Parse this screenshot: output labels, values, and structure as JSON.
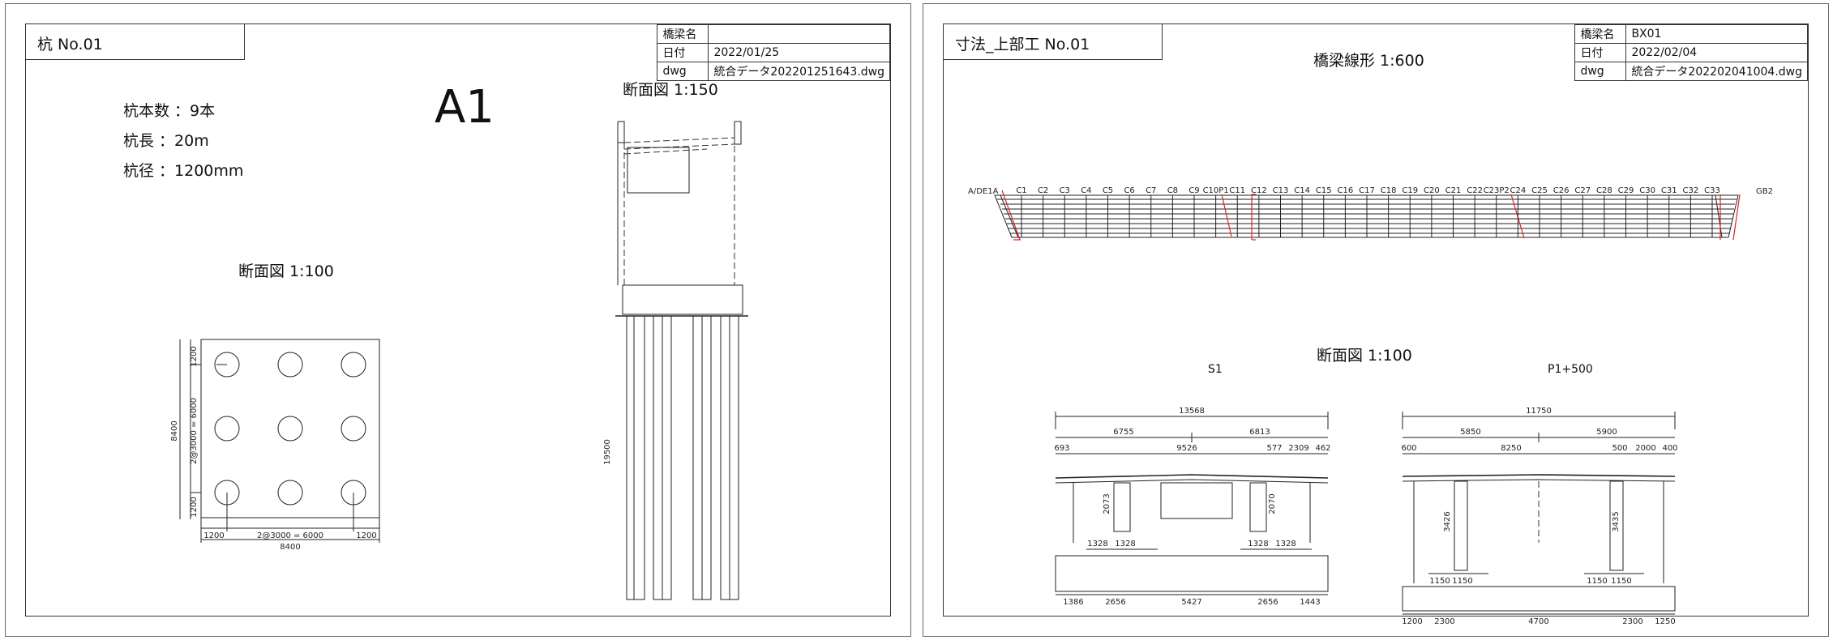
{
  "left": {
    "title": "杭 No.01",
    "titleblock": {
      "bridge_key": "橋梁名",
      "bridge_val": "",
      "date_key": "日付",
      "date_val": "2022/01/25",
      "dwg_key": "dwg",
      "dwg_val": "統合データ202201251643.dwg"
    },
    "pile_count": "杭本数 ：9本",
    "pile_length": "杭長 ：20m",
    "pile_dia": "杭径 ：1200mm",
    "abutment": "A1",
    "section_150": "断面図 1:150",
    "section_100": "断面図 1:100",
    "plan_dims": {
      "top_1200": "1200",
      "bot_1200": "1200",
      "left_total": "8400",
      "left_mid": "2@3000 = 6000",
      "b_1200a": "1200",
      "b_mid": "2@3000 = 6000",
      "b_1200b": "1200",
      "b_total": "8400"
    },
    "pile_depth": "19500"
  },
  "right": {
    "title": "寸法_上部工 No.01",
    "titleblock": {
      "bridge_key": "橋梁名",
      "bridge_val": "BX01",
      "date_key": "日付",
      "date_val": "2022/02/04",
      "dwg_key": "dwg",
      "dwg_val": "統合データ202202041004.dwg"
    },
    "alignment": "橋梁線形 1:600",
    "start_label": "A/DE1A",
    "end_label": "GB2",
    "girder_labels": [
      "C1",
      "C2",
      "C3",
      "C4",
      "C5",
      "C6",
      "C7",
      "C8",
      "C9",
      "C10P1",
      "C11",
      "C12",
      "C13",
      "C14",
      "C15",
      "C16",
      "C17",
      "C18",
      "C19",
      "C20",
      "C21",
      "C22",
      "C23P2",
      "C24",
      "C25",
      "C26",
      "C27",
      "C28",
      "C29",
      "C30",
      "C31",
      "C32",
      "C33"
    ],
    "section_100": "断面図 1:100",
    "s1": {
      "name": "S1",
      "total": "13568",
      "w1": "6755",
      "w2": "6813",
      "d693": "693",
      "d9526": "9526",
      "d577": "577",
      "d2309": "2309",
      "d462": "462",
      "h1": "2073",
      "h2": "2070",
      "b1": "1328",
      "b2": "1328",
      "b3": "1328",
      "b4": "1328",
      "f1": "1386",
      "f2": "2656",
      "f3": "5427",
      "f4": "2656",
      "f5": "1443"
    },
    "p1": {
      "name": "P1+500",
      "total": "11750",
      "w1": "5850",
      "w2": "5900",
      "d600": "600",
      "d8250": "8250",
      "d500": "500",
      "d2000": "2000",
      "d400": "400",
      "h1": "3426",
      "h2": "3435",
      "b1": "1150",
      "b2": "1150",
      "b3": "1150",
      "b4": "1150",
      "f1": "1200",
      "f2": "2300",
      "f3": "4700",
      "f4": "2300",
      "f5": "1250"
    }
  }
}
